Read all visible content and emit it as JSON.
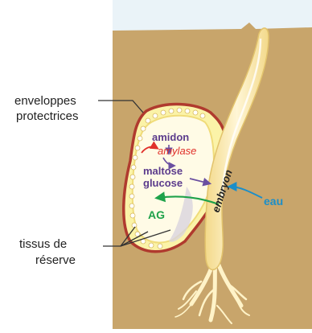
{
  "labels": {
    "envelope_line1": "enveloppes",
    "envelope_line2": "protectrices",
    "tissue_line1": "tissus de",
    "tissue_line2": "réserve",
    "amidon": "amidon",
    "amylase": "amylase",
    "maltose": "maltose",
    "glucose": "glucose",
    "ag": "AG",
    "embryon": "embryon",
    "eau": "eau"
  },
  "colors": {
    "sky": "#eaf3f8",
    "soil": "#c8a56b",
    "seed_outline": "#b03a2e",
    "seed_fill": "#fbf3a8",
    "reserve_inner": "#fffbe6",
    "embryo": "#fff3c8",
    "sugar_arrow": "#6a4fa0",
    "amylase": "#e0302a",
    "ag_arrow": "#1ea24a",
    "water": "#1b8ec9"
  }
}
